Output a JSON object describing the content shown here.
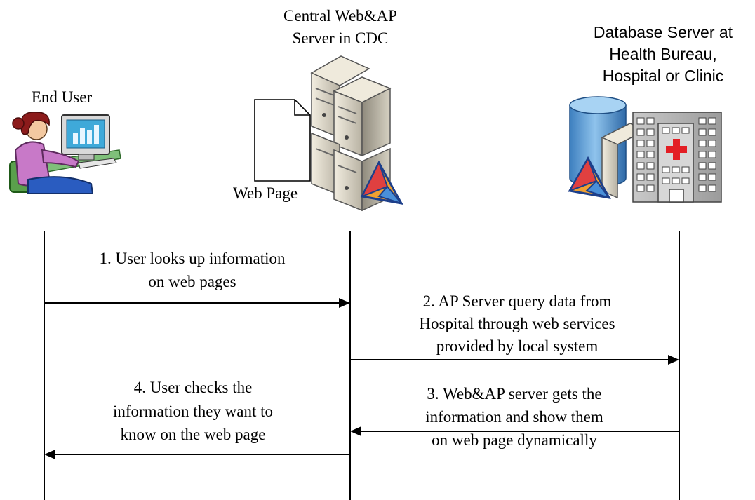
{
  "actors": {
    "end_user": {
      "label": "End User",
      "icon": "end-user-computer-icon"
    },
    "web_server": {
      "label_lines": [
        "Central Web&AP",
        "Server in CDC"
      ],
      "icon": "server-rack-icon"
    },
    "database": {
      "label_lines": [
        "Database Server at",
        "Health Bureau,",
        "Hospital or Clinic"
      ],
      "icon": "database-hospital-icon"
    }
  },
  "web_page_label": "Web Page",
  "messages": [
    {
      "step": 1,
      "lines": [
        "1. User looks up information",
        "on web pages"
      ],
      "from": "end_user",
      "to": "web_server"
    },
    {
      "step": 2,
      "lines": [
        "2. AP Server query data from",
        "Hospital through web services",
        "provided by local system"
      ],
      "from": "web_server",
      "to": "database"
    },
    {
      "step": 3,
      "lines": [
        "3. Web&AP server gets the",
        "information and show them",
        "on web page dynamically"
      ],
      "from": "database",
      "to": "web_server"
    },
    {
      "step": 4,
      "lines": [
        "4. User checks the",
        "information they want to",
        "know on the web page"
      ],
      "from": "web_server",
      "to": "end_user"
    }
  ],
  "colors": {
    "line": "#000000",
    "hospital_cross": "#e31e24",
    "user_shirt": "#c879c8",
    "user_hair": "#8c1b1b",
    "monitor_screen": "#3fa9d9",
    "database_cylinder": "#6aa6d8"
  }
}
